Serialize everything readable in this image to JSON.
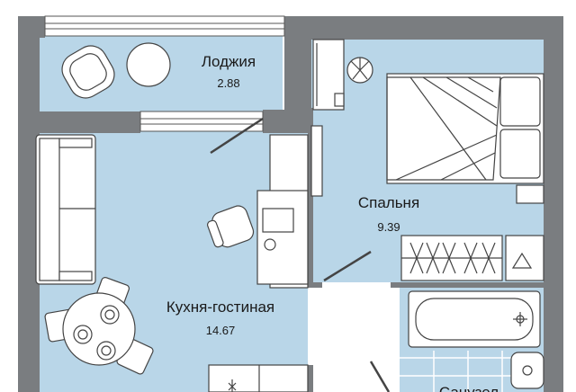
{
  "rooms": [
    {
      "id": "loggia",
      "name": "Лоджия",
      "area": "2.88"
    },
    {
      "id": "bedroom",
      "name": "Спальня",
      "area": "9.39"
    },
    {
      "id": "kitchen-living",
      "name": "Кухня-гостиная",
      "area": "14.67"
    },
    {
      "id": "bathroom",
      "name": "Санузел",
      "area": ""
    }
  ],
  "colors": {
    "wall": "#7a7d80",
    "floor": "#b9d6e8",
    "tile_line": "#ffffff",
    "furniture_fill": "#ffffff",
    "furniture_line": "#444444"
  }
}
